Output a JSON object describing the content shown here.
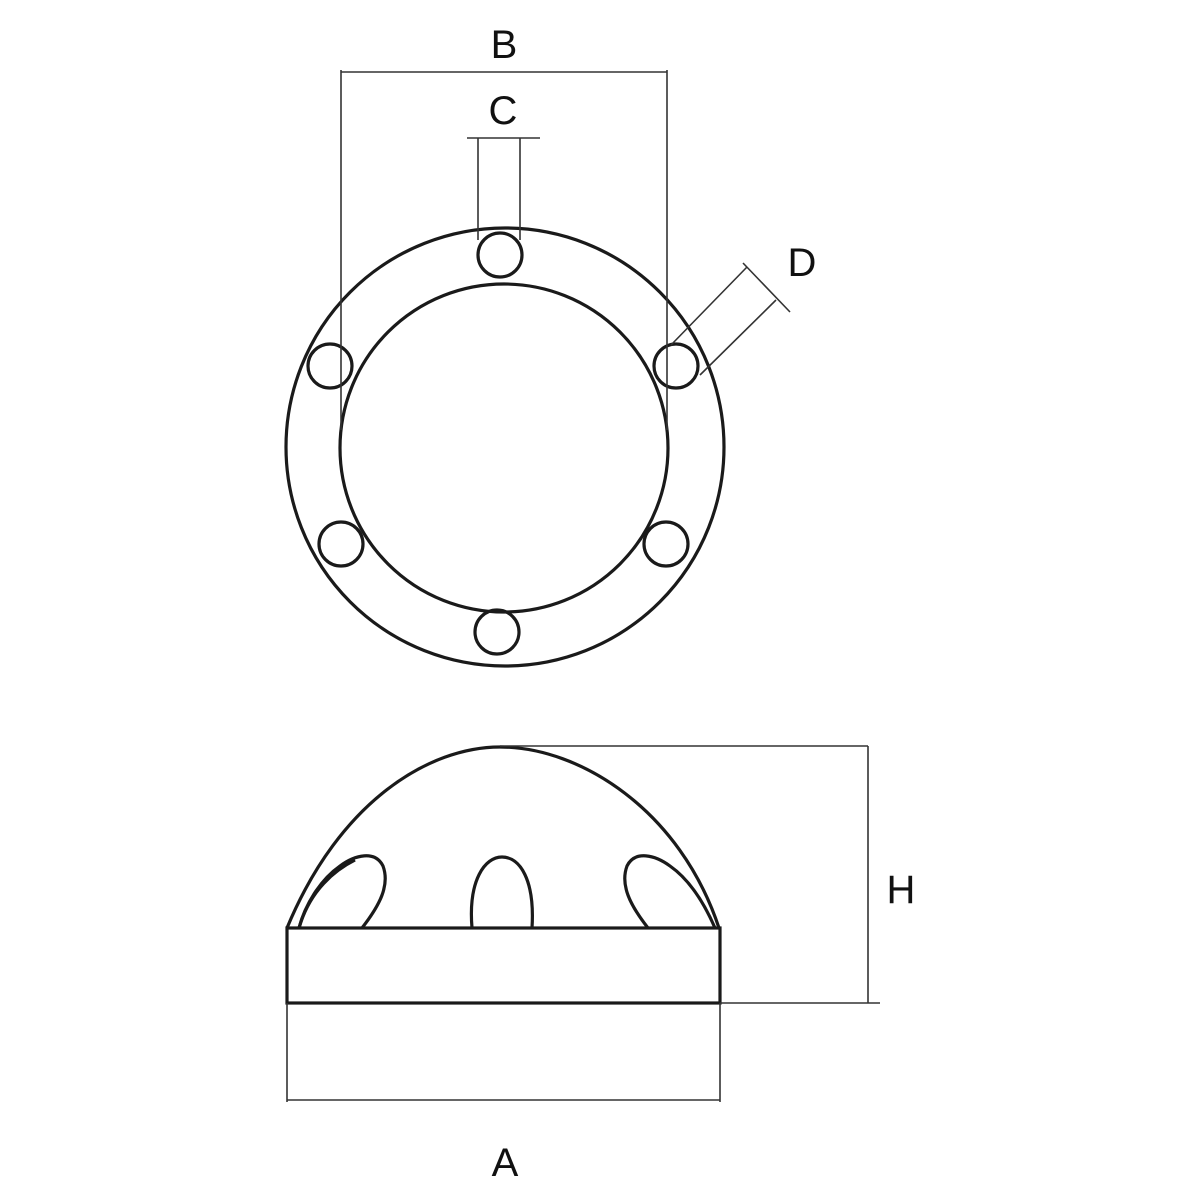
{
  "labels": {
    "a": "A",
    "b": "B",
    "c": "C",
    "d": "D",
    "h": "H"
  },
  "colors": {
    "line": "#1a1a1a",
    "background": "#ffffff"
  }
}
